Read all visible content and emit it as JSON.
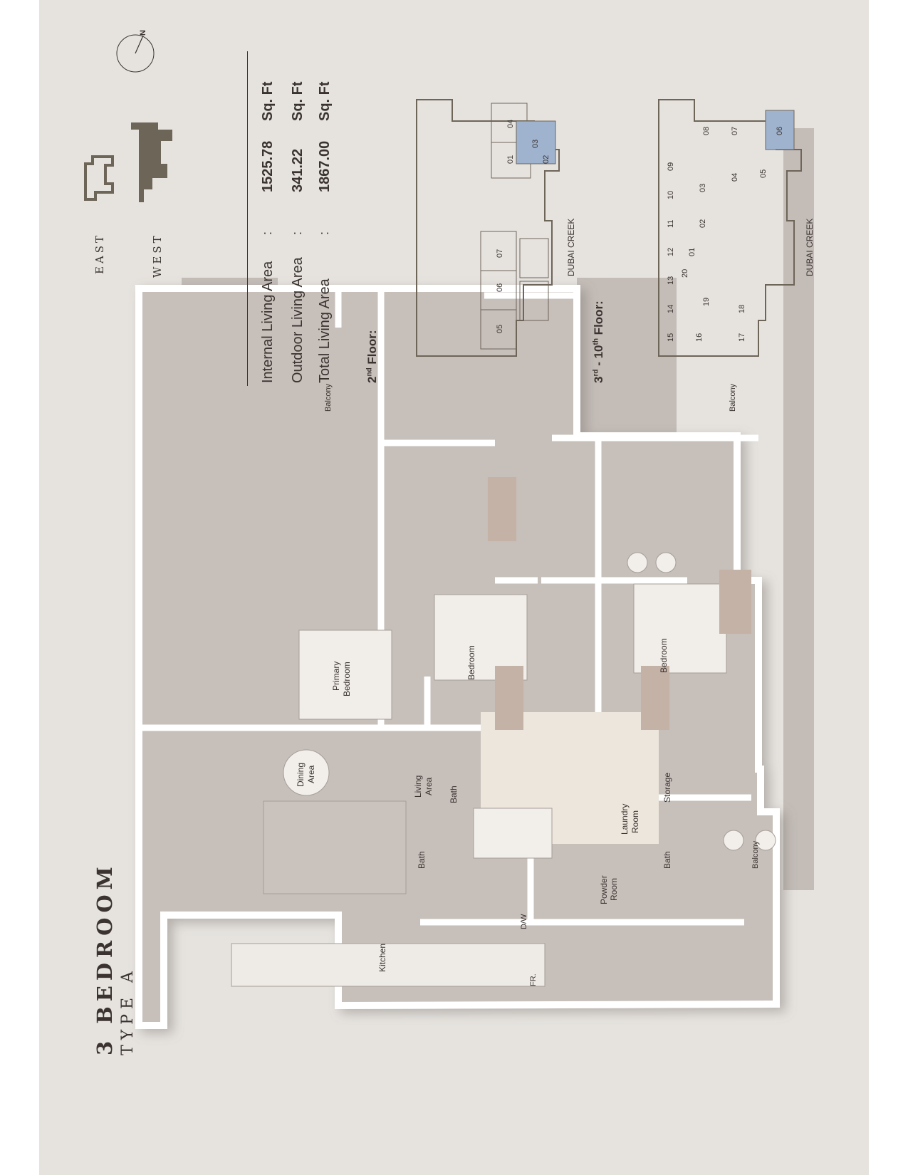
{
  "title": {
    "line1": "3 BEDROOM",
    "line2": "TYPE A"
  },
  "key_plan": {
    "east": "EAST",
    "west": "WEST",
    "north": "N"
  },
  "areas": [
    {
      "label": "Internal Living Area",
      "sep": ":",
      "value": "1525.78",
      "unit": "Sq. Ft"
    },
    {
      "label": "Outdoor Living Area",
      "sep": ":",
      "value": "341.22",
      "unit": "Sq. Ft"
    },
    {
      "label": "Total Living Area",
      "sep": ":",
      "value": "1867.00",
      "unit": "Sq. Ft"
    }
  ],
  "floor2": {
    "label": "2",
    "sup": "nd",
    "suffix": "Floor:",
    "creek": "DUBAI CREEK",
    "units": [
      "01",
      "02",
      "03",
      "04",
      "05",
      "06",
      "07"
    ],
    "highlight": "03"
  },
  "floor3": {
    "label": "3",
    "sup": "rd",
    "mid": "- 10",
    "sup2": "th",
    "suffix": "Floor:",
    "creek": "DUBAI CREEK",
    "units": [
      "01",
      "02",
      "03",
      "04",
      "05",
      "06",
      "07",
      "08",
      "09",
      "10",
      "11",
      "12",
      "13",
      "14",
      "15",
      "16",
      "17",
      "18",
      "19",
      "20"
    ],
    "highlight": "06"
  },
  "rooms": {
    "balcony": "Balcony",
    "bedroom": "Bedroom",
    "primary_bedroom_1": "Primary",
    "primary_bedroom_2": "Bedroom",
    "bath": "Bath",
    "storage": "Storage",
    "laundry_1": "Laundry",
    "laundry_2": "Room",
    "powder_1": "Powder",
    "powder_2": "Room",
    "dining_1": "Dining",
    "dining_2": "Area",
    "living_1": "Living",
    "living_2": "Area",
    "kitchen": "Kitchen",
    "fridge": "FR.",
    "dishwasher": "D/W"
  },
  "colors": {
    "background": "#e6e3df",
    "wall": "#ffffff",
    "floor": "#c6bfba",
    "text": "#3a3330",
    "building_west": "#6e6559",
    "highlight_unit": "#9fb3cf",
    "wardrobe": "#c4b2a6"
  }
}
